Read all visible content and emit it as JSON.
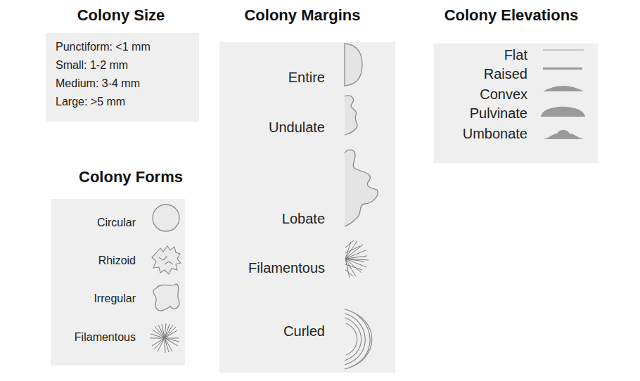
{
  "diagram": {
    "nodes": [
      {
        "text": [
          "Colony Size",
          "Punctiform: <1 mm",
          "Small: 1-2 mm",
          "Medium: 3-4 mm",
          "Large: >5 mm"
        ]
      },
      {
        "text": [
          "Colony Margins",
          "Entire",
          "Undulate",
          "Lobate",
          "Filamentous",
          "Curled"
        ]
      },
      {
        "text": [
          "Colony Elevations",
          "Flat",
          "Raised",
          "Convex",
          "Pulvinate",
          "Umbonate"
        ]
      },
      {
        "text": [
          "Colony Forms",
          "Circular",
          "Rhizoid",
          "Irregular",
          "Filamentous"
        ]
      }
    ]
  }
}
